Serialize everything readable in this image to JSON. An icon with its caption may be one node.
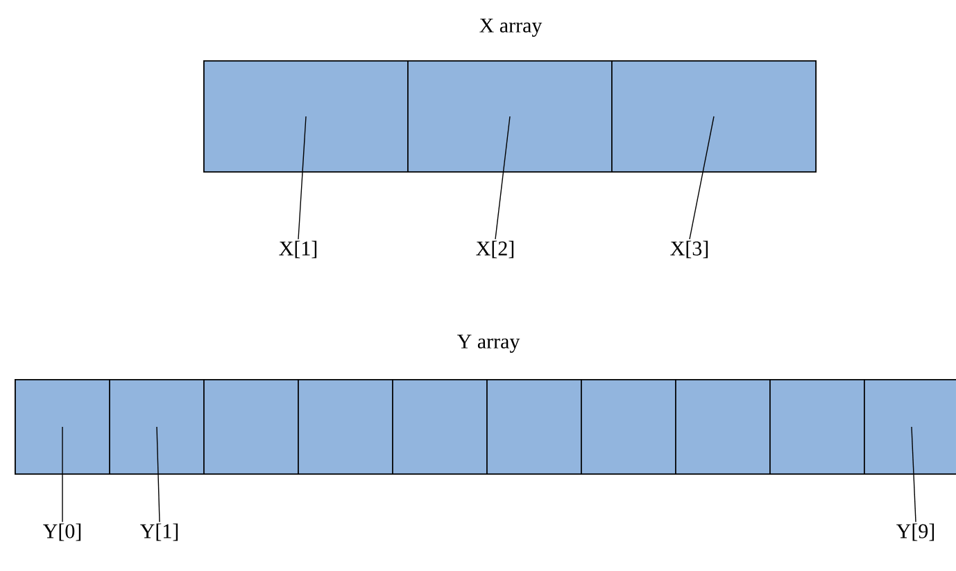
{
  "diagram": {
    "nodes": [
      {
        "text": [
          "X array"
        ]
      },
      {
        "text": [],
        "shape": "box",
        "in": 0
      },
      {
        "text": [],
        "shape": "box",
        "in": 0
      },
      {
        "text": [],
        "shape": "box",
        "in": 0
      },
      {
        "text": [
          "Y array"
        ]
      },
      {
        "text": [],
        "shape": "box",
        "in": 4
      },
      {
        "text": [],
        "shape": "box",
        "in": 4
      },
      {
        "text": [],
        "shape": "box",
        "in": 4
      },
      {
        "text": [],
        "shape": "box",
        "in": 4
      },
      {
        "text": [],
        "shape": "box",
        "in": 4
      },
      {
        "text": [],
        "shape": "box",
        "in": 4
      },
      {
        "text": [],
        "shape": "box",
        "in": 4
      },
      {
        "text": [],
        "shape": "box",
        "in": 4
      },
      {
        "text": [],
        "shape": "box",
        "in": 4
      },
      {
        "text": [],
        "shape": "box",
        "in": 4
      },
      {
        "text": [
          "X[1]"
        ]
      },
      {
        "text": [
          "X[2]"
        ]
      },
      {
        "text": [
          "X[3]"
        ]
      },
      {
        "text": [
          "Y[0]"
        ]
      },
      {
        "text": [
          "Y[1]"
        ]
      },
      {
        "text": [
          "Y[9]"
        ]
      }
    ],
    "edges": [
      {
        "from": 15,
        "to": 1,
        "arrow": "none"
      },
      {
        "from": 16,
        "to": 2,
        "arrow": "none"
      },
      {
        "from": 17,
        "to": 3,
        "arrow": "none"
      },
      {
        "from": 18,
        "to": 5,
        "arrow": "none"
      },
      {
        "from": 19,
        "to": 6,
        "arrow": "none"
      },
      {
        "from": 20,
        "to": 14,
        "arrow": "none"
      }
    ]
  }
}
